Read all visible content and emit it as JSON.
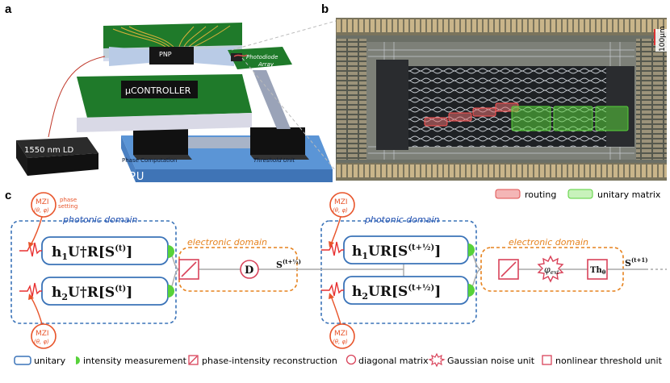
{
  "panels": {
    "a": "a",
    "b": "b",
    "c": "c"
  },
  "panel_a": {
    "pnp": "PNP",
    "photodiode": [
      "Photodiode",
      "Array"
    ],
    "controller": "μCONTROLLER",
    "laser": "1550 nm LD",
    "phase_computation": "Phase Computation",
    "threshold_unit": "Threshold Unit",
    "cpu": "CPU"
  },
  "panel_b": {
    "scale": "100μm"
  },
  "legend_b": {
    "routing": "routing",
    "unitary": "unitary matrix"
  },
  "colors": {
    "photonic_border": "#3a73b8",
    "electronic_border": "#e6821e",
    "mzi": "#e8542a",
    "green": "#57d23a",
    "routing": "#e07070",
    "pcb": "#1f7a2a",
    "cpu": "#5b95d6"
  },
  "panel_c": {
    "mzi": "MZI",
    "mzi_sub": "(θ, φ)",
    "phase_setting": [
      "phase",
      "setting"
    ],
    "photonic_domain": "photonic domain",
    "electronic_domain": "electronic domain",
    "block1": {
      "prefix": "h",
      "idx": "1",
      "body": "U†R[S",
      "sup": "(t)",
      "close": "]"
    },
    "block2": {
      "prefix": "h",
      "idx": "2",
      "body": "U†R[S",
      "sup": "(t)",
      "close": "]"
    },
    "block3": {
      "prefix": "h",
      "idx": "1",
      "body": "UR[S",
      "sup": "(t+½)",
      "close": "]"
    },
    "block4": {
      "prefix": "h",
      "idx": "2",
      "body": "UR[S",
      "sup": "(t+½)",
      "close": "]"
    },
    "diag": "D",
    "noise": "φ",
    "noise_sub": "ext",
    "threshold": "Th",
    "threshold_sub": "θ",
    "s_half": "S",
    "s_half_sup": "(t+½)",
    "s_next": "S",
    "s_next_sup": "(t+1)"
  },
  "legend_c": {
    "unitary": "unitary",
    "intensity": "intensity measurement",
    "reconstruction": "phase-intensity reconstruction",
    "diagonal": "diagonal matrix",
    "noise": "Gaussian noise unit",
    "threshold": "nonlinear threshold unit"
  }
}
